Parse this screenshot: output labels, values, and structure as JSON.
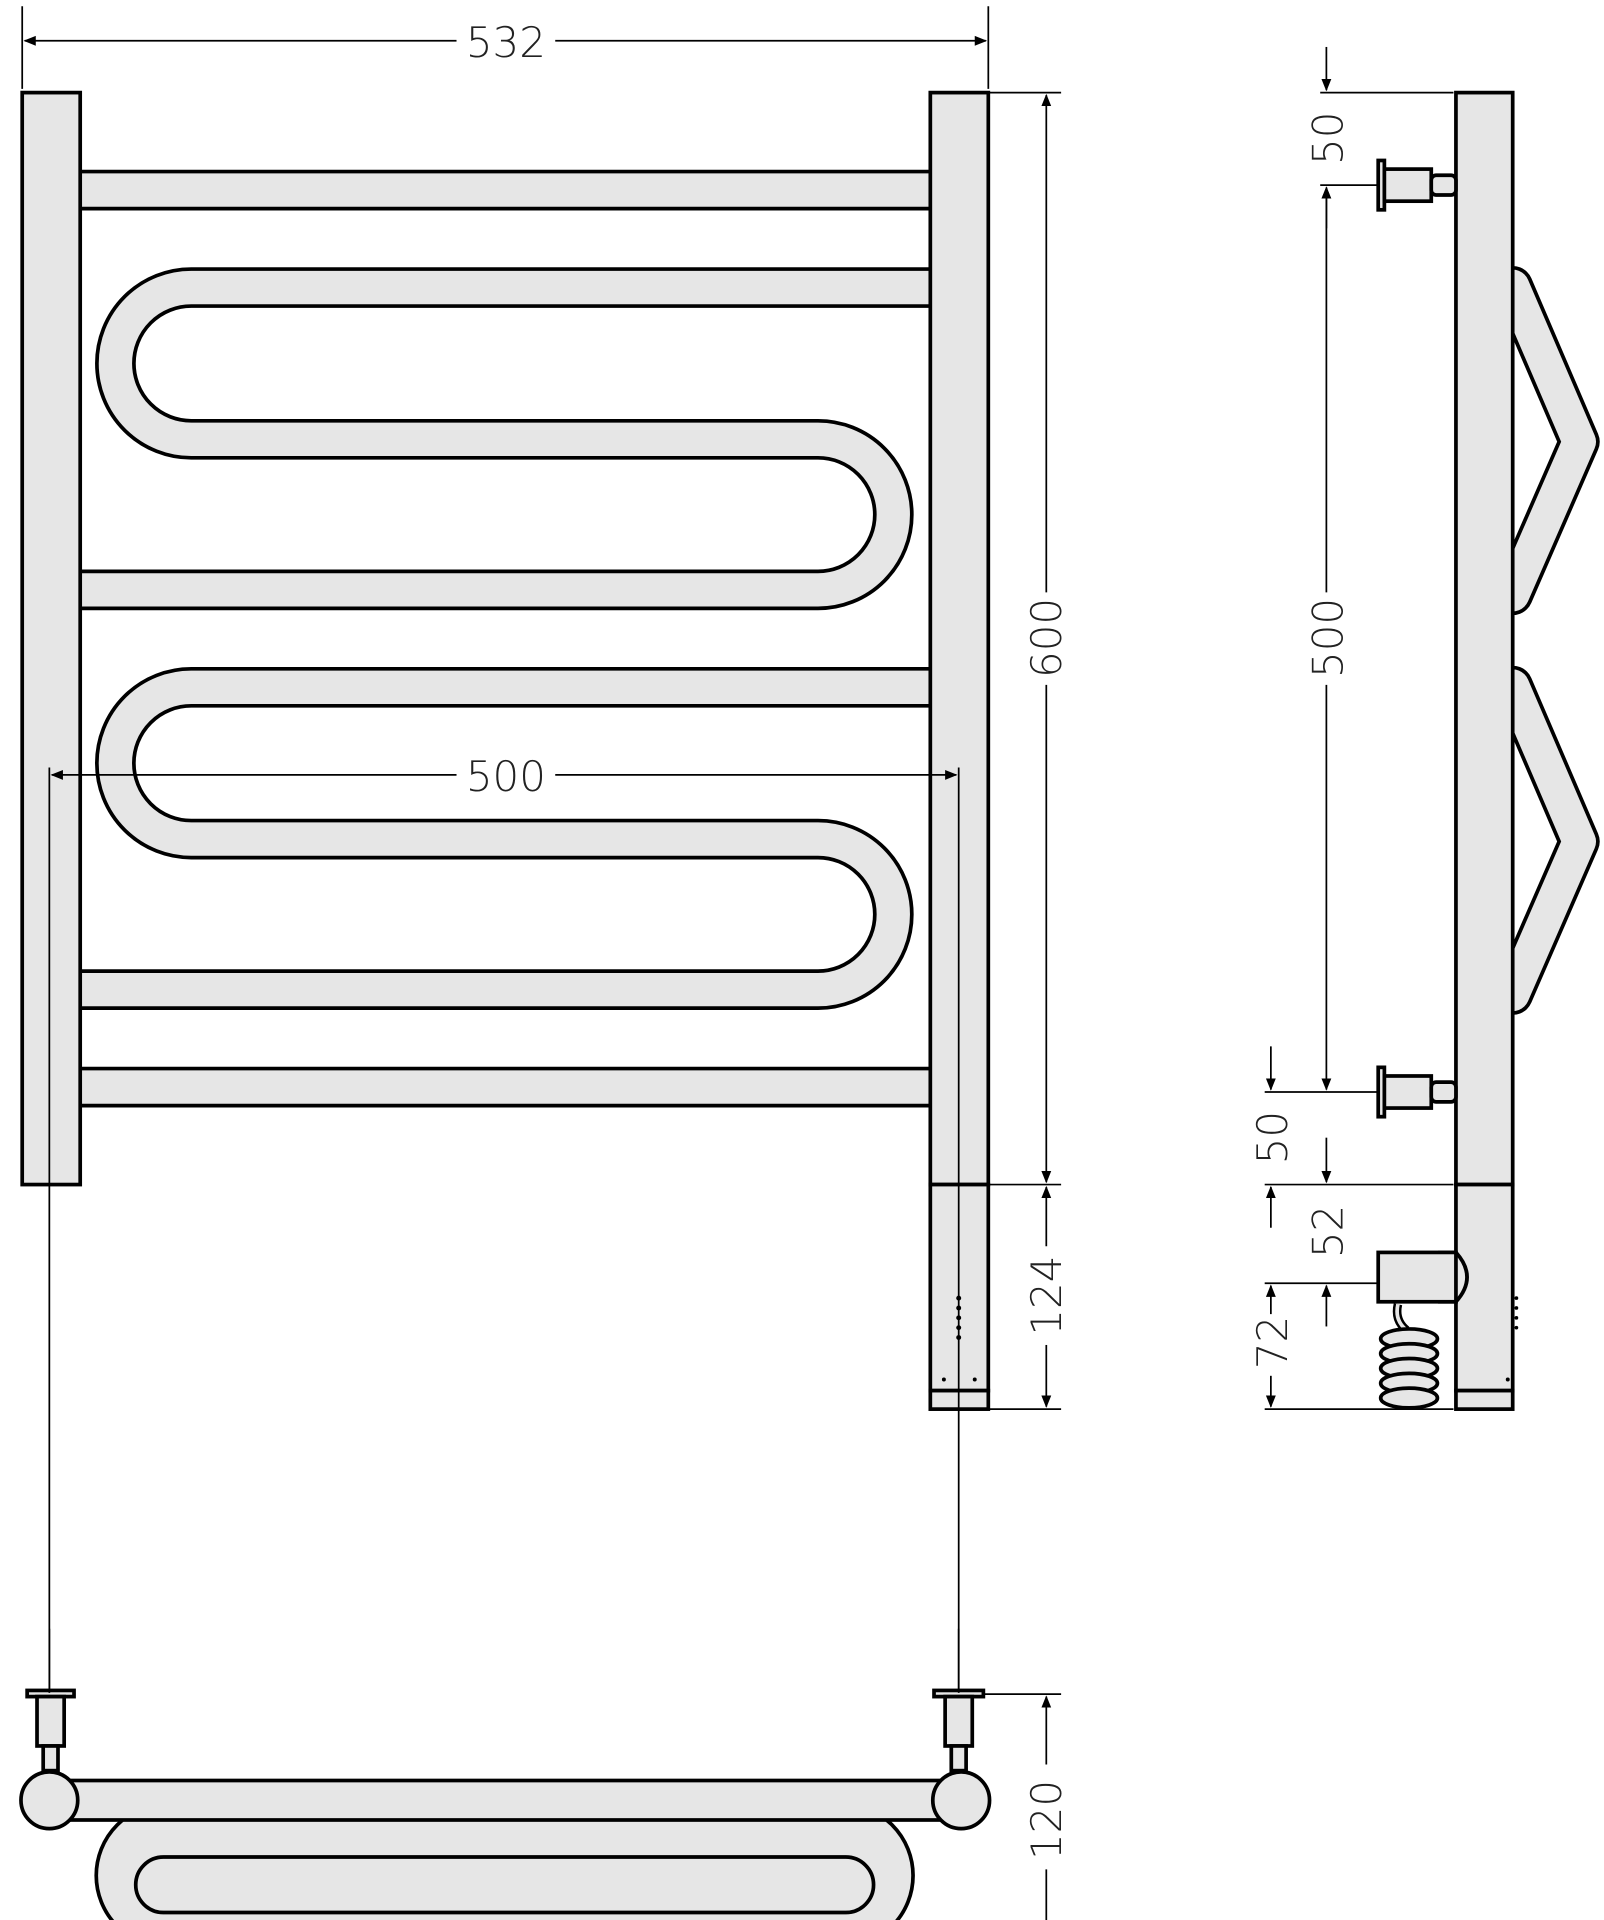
{
  "drawing": {
    "front_view": {
      "width_label": "532",
      "height_label": "600",
      "heater_label": "124"
    },
    "side_view": {
      "top_offset_label": "50",
      "mount_spacing_label": "500",
      "bottom_offset_label": "50",
      "heater_offset_label": "52",
      "heater_height_label": "72"
    },
    "top_view": {
      "mount_width_label": "500",
      "depth_label": "120"
    },
    "colors": {
      "fill": "#e6e6e6",
      "stroke": "#000000"
    }
  }
}
